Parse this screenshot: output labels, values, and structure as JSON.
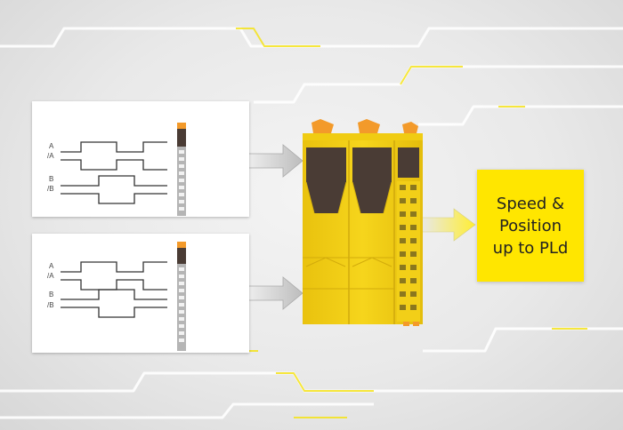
{
  "result": {
    "line1": "Speed &",
    "line2": "Position",
    "line3": "up to PLd"
  },
  "encoders": [
    {
      "signal_labels": [
        "A",
        "/A",
        "B",
        "/B"
      ]
    },
    {
      "signal_labels": [
        "A",
        "/A",
        "B",
        "/B"
      ]
    }
  ],
  "colors": {
    "accent_yellow": "#ffe600",
    "module_yellow": "#f2cf18",
    "module_dark": "#4a3c35",
    "orange_tab": "#f39a2a",
    "background": "#e9e9e9"
  }
}
